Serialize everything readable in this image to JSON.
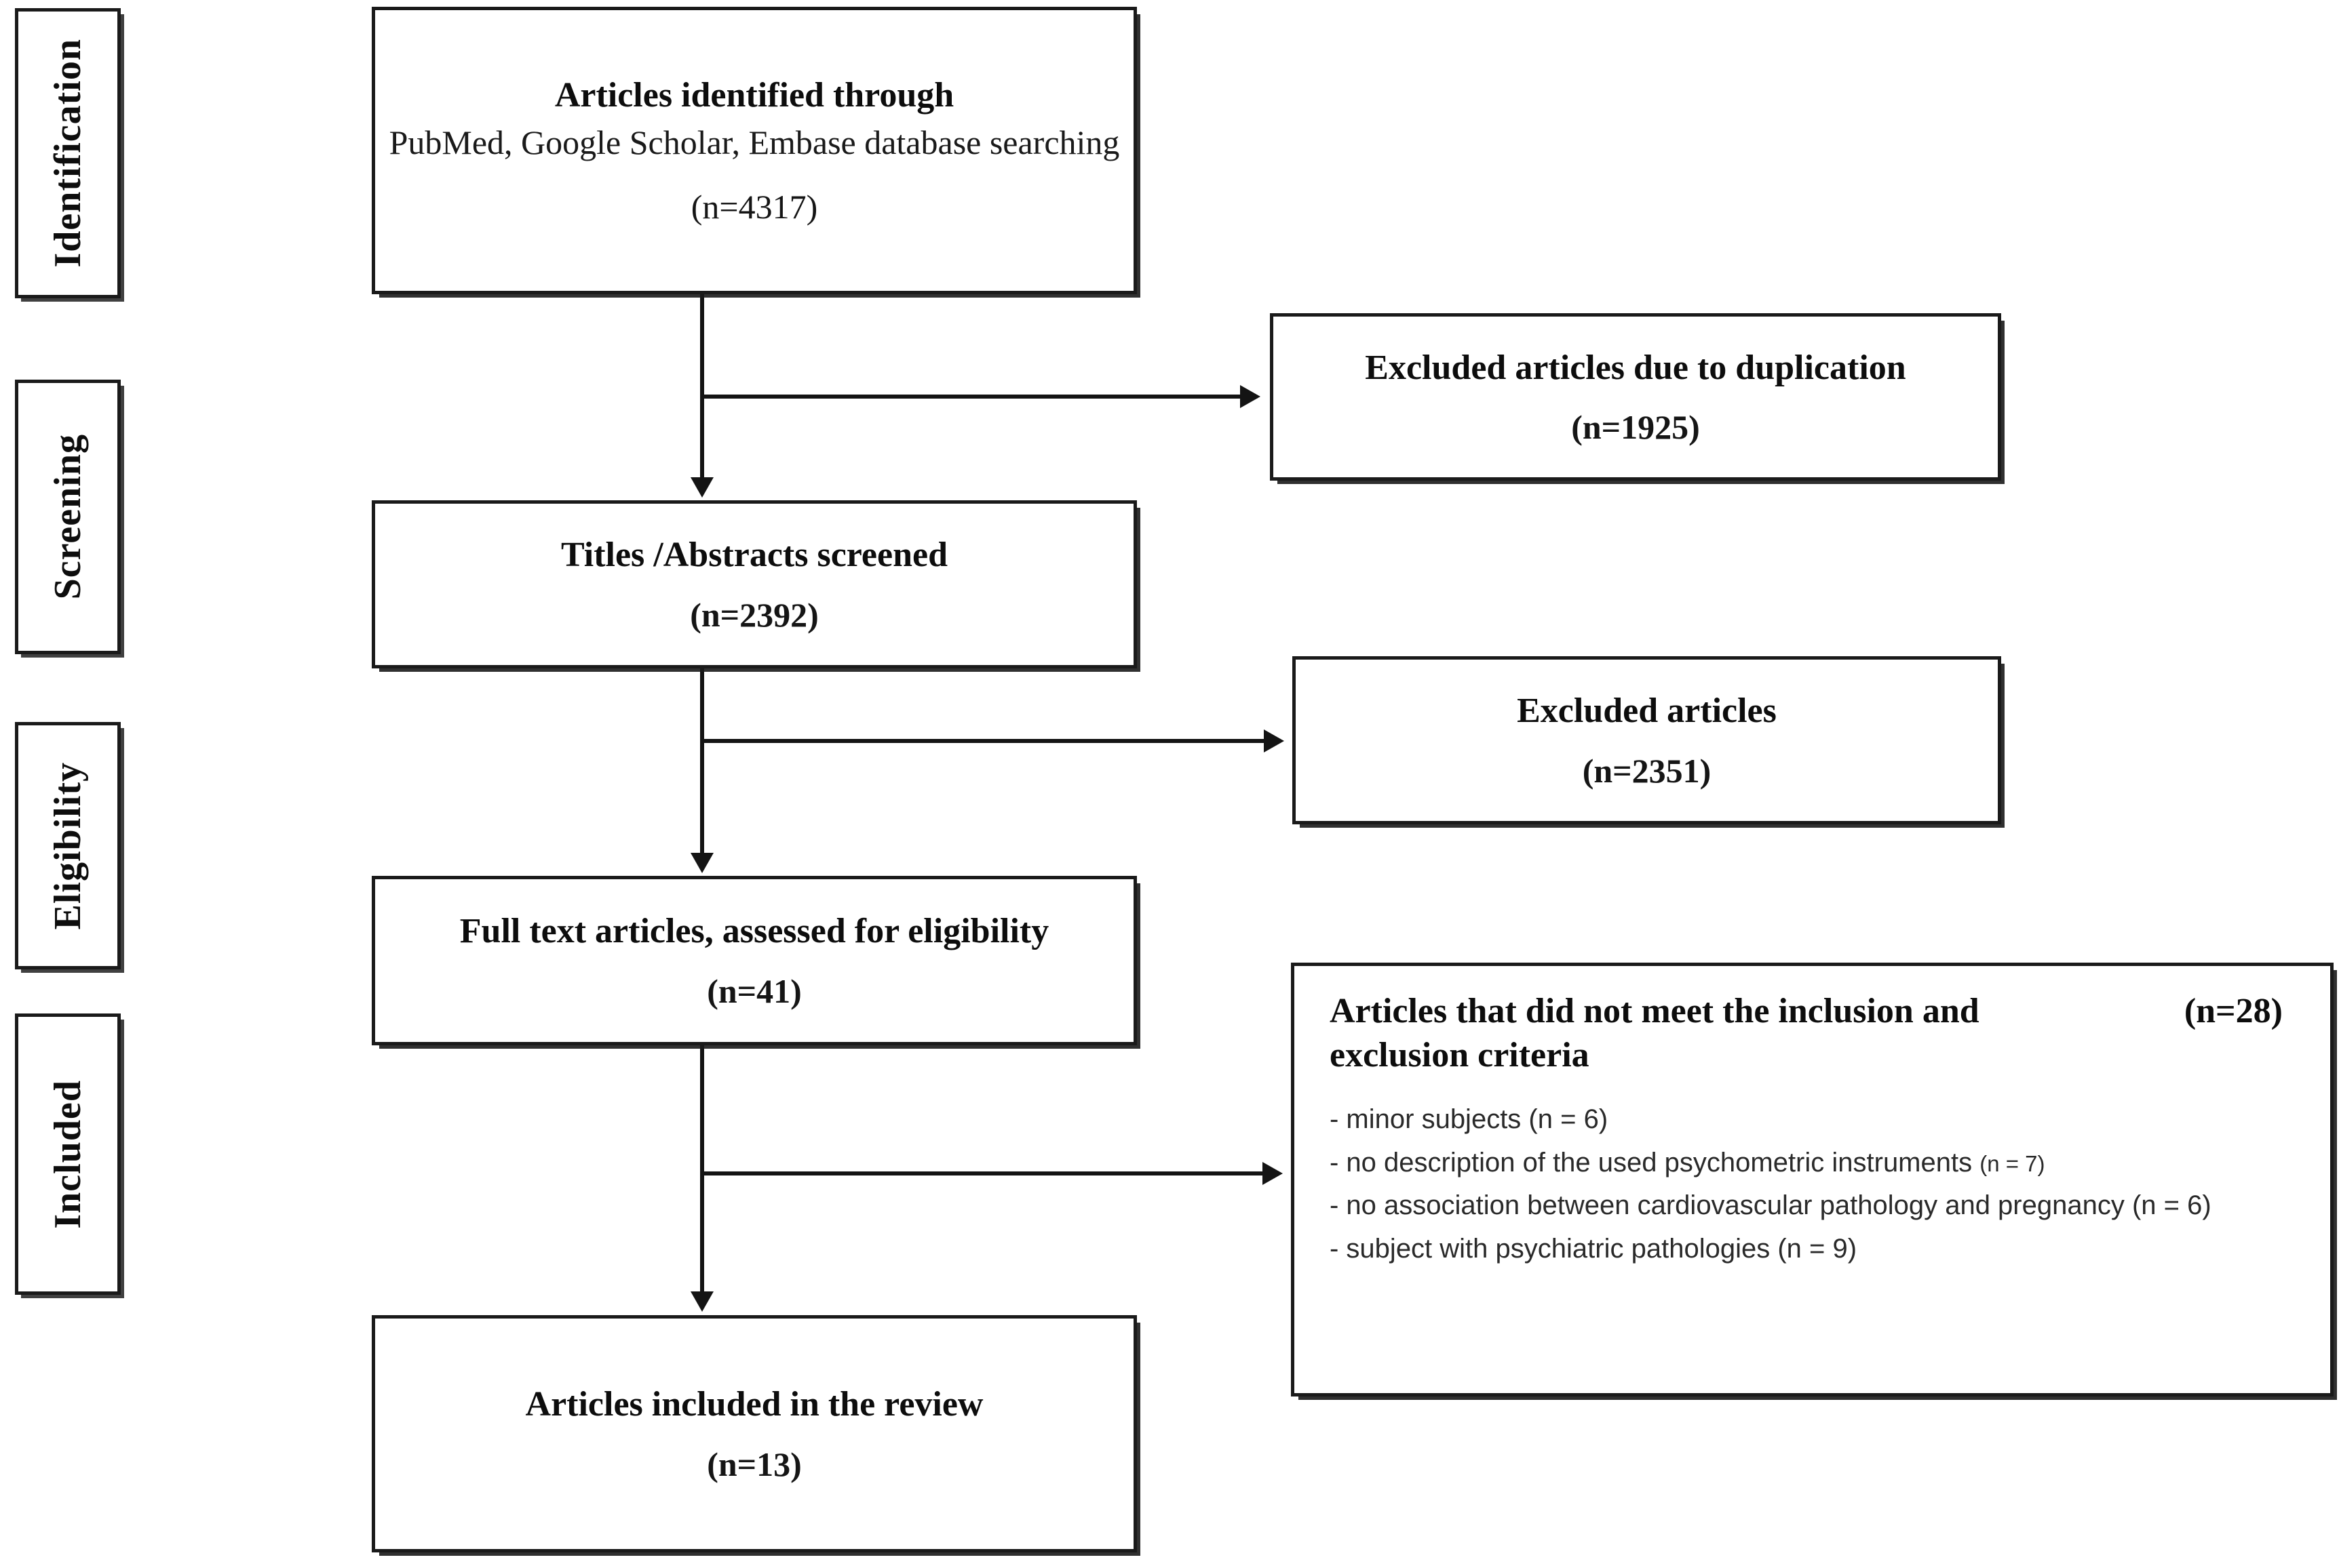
{
  "diagram": {
    "type": "prisma-flow-diagram",
    "stages": [
      {
        "id": "identification",
        "label": "Identification"
      },
      {
        "id": "screening",
        "label": "Screening"
      },
      {
        "id": "eligibility",
        "label": "Eligibility"
      },
      {
        "id": "included",
        "label": "Included"
      }
    ],
    "main_boxes": [
      {
        "id": "identified",
        "title": "Articles identified through",
        "subtitle": "PubMed, Google Scholar, Embase database searching",
        "count": "(n=4317)"
      },
      {
        "id": "screened",
        "title": "Titles /Abstracts screened",
        "count": "(n=2392)"
      },
      {
        "id": "fulltext",
        "title": "Full text articles, assessed for eligibility",
        "count": "(n=41)"
      },
      {
        "id": "review",
        "title": "Articles included in the review",
        "count": "(n=13)"
      }
    ],
    "exclusion_boxes": [
      {
        "id": "duplication",
        "title": "Excluded articles due to duplication",
        "count": "(n=1925)"
      },
      {
        "id": "excluded",
        "title": "Excluded articles",
        "count": "(n=2351)"
      }
    ],
    "criteria_box": {
      "id": "criteria",
      "title": "Articles that did not meet the inclusion and exclusion criteria",
      "count": "(n=28)",
      "reasons": [
        {
          "text": "- minor subjects (n = 6)",
          "sup": ""
        },
        {
          "text": "- no description of the used psychometric instruments ",
          "sup": "(n = 7)"
        },
        {
          "text": "- no association between cardiovascular pathology and pregnancy (n = 6)",
          "sup": ""
        },
        {
          "text": "- subject with psychiatric pathologies (n = 9)",
          "sup": ""
        }
      ]
    },
    "colors": {
      "border": "#1a1a1a",
      "line": "#141414",
      "text": "#0d0d0d",
      "background": "#ffffff"
    }
  }
}
